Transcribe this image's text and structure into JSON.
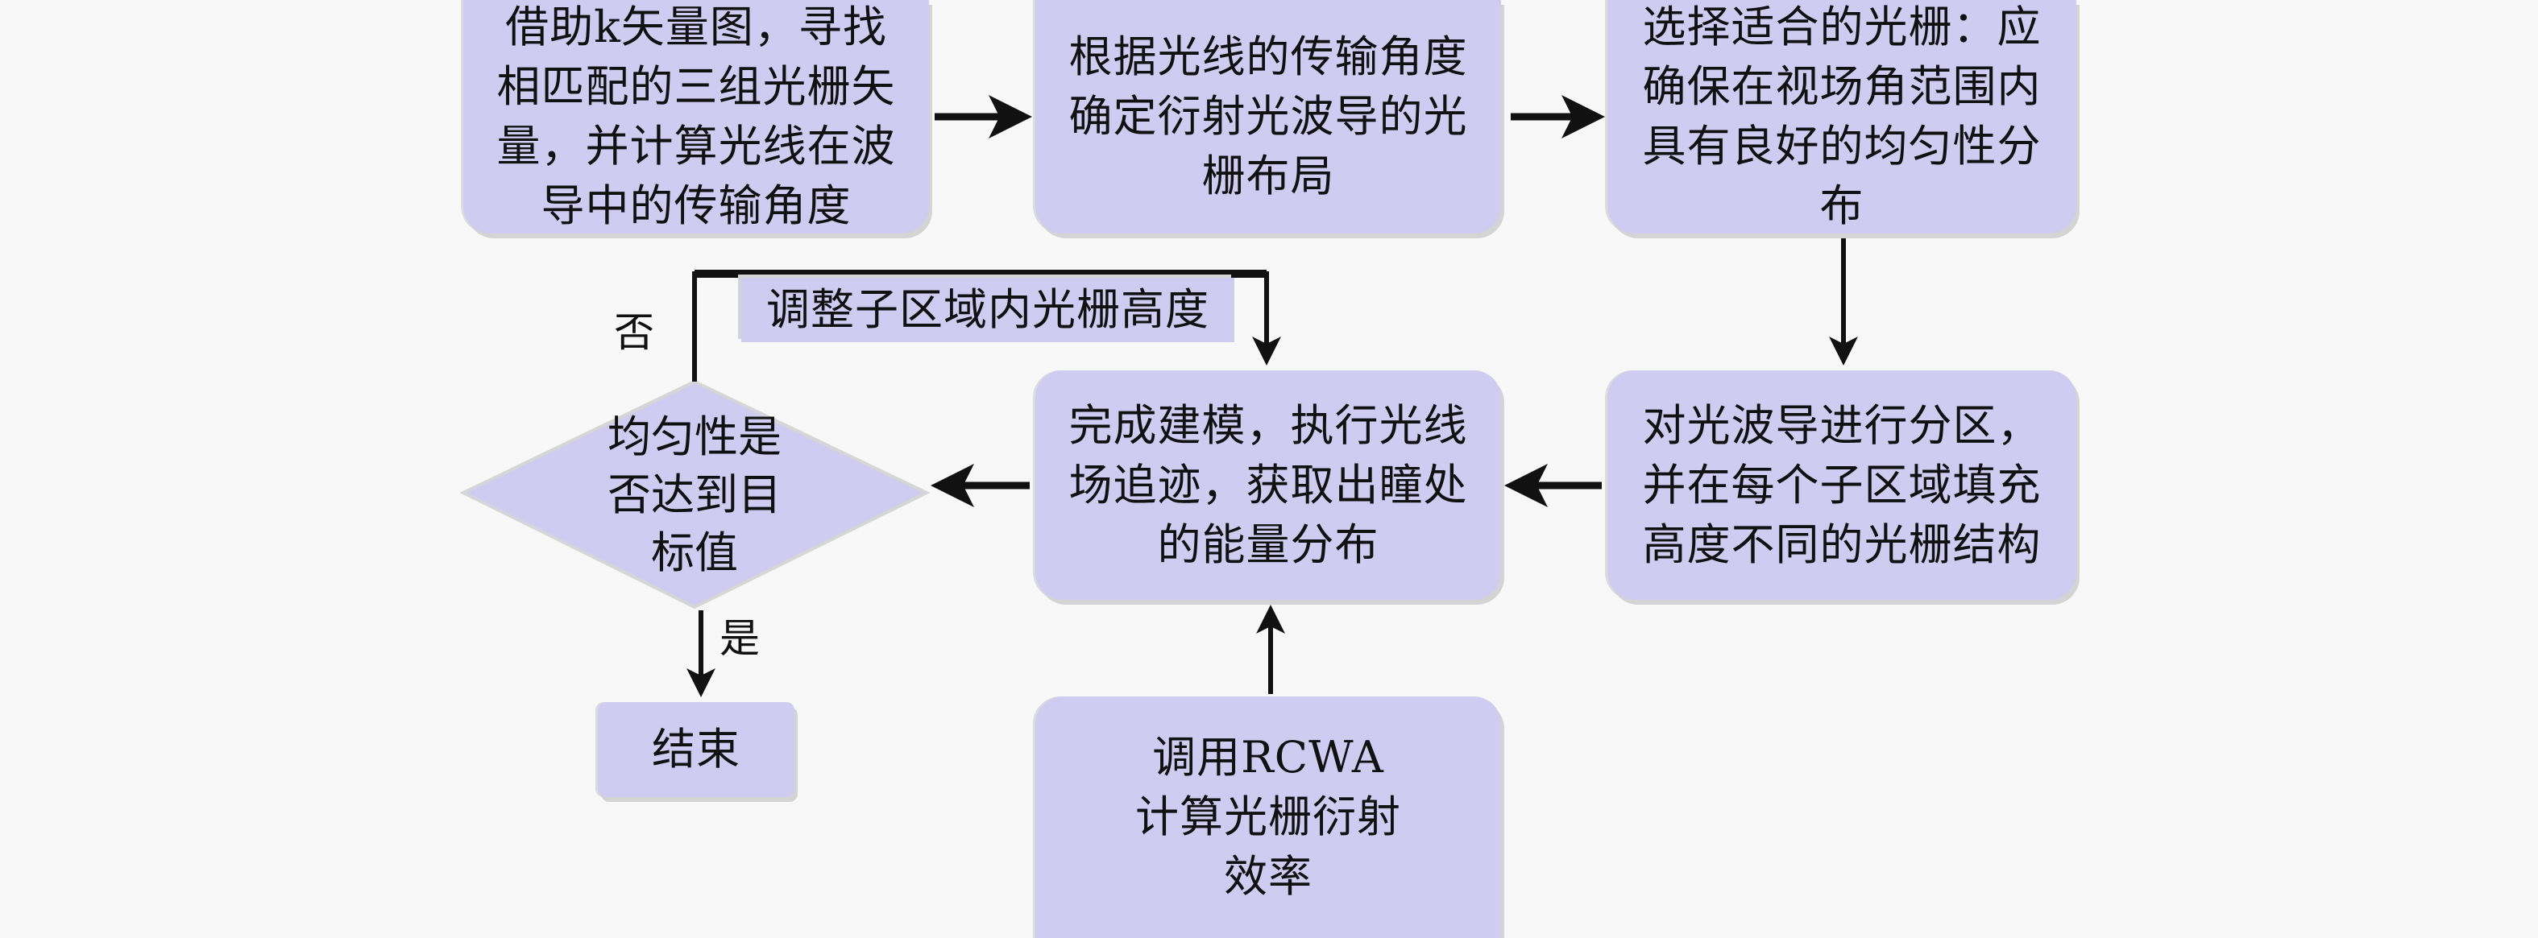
{
  "diagram": {
    "nodes": {
      "step1": "借助k矢量图，寻找相匹配的三组光栅矢量，并计算光线在波导中的传输角度",
      "step2": "根据光线的传输角度确定衍射光波导的光栅布局",
      "step3": "选择适合的光栅：应确保在视场角范围内具有良好的均匀性分布",
      "step4": "对光波导进行分区，并在每个子区域填充高度不同的光栅结构",
      "step5": "完成建模，执行光线场追迹，获取出瞳处的能量分布",
      "rcwa": "调用RCWA计算光栅衍射效率",
      "decision": "均匀性是否达到目标值",
      "adjust": "调整子区域内光栅高度",
      "end": "结束"
    },
    "edge_labels": {
      "no": "否",
      "yes": "是"
    },
    "colors": {
      "node_fill": "#d0cbf0",
      "arrow": "#111111",
      "background": "#f8f8f8"
    }
  }
}
